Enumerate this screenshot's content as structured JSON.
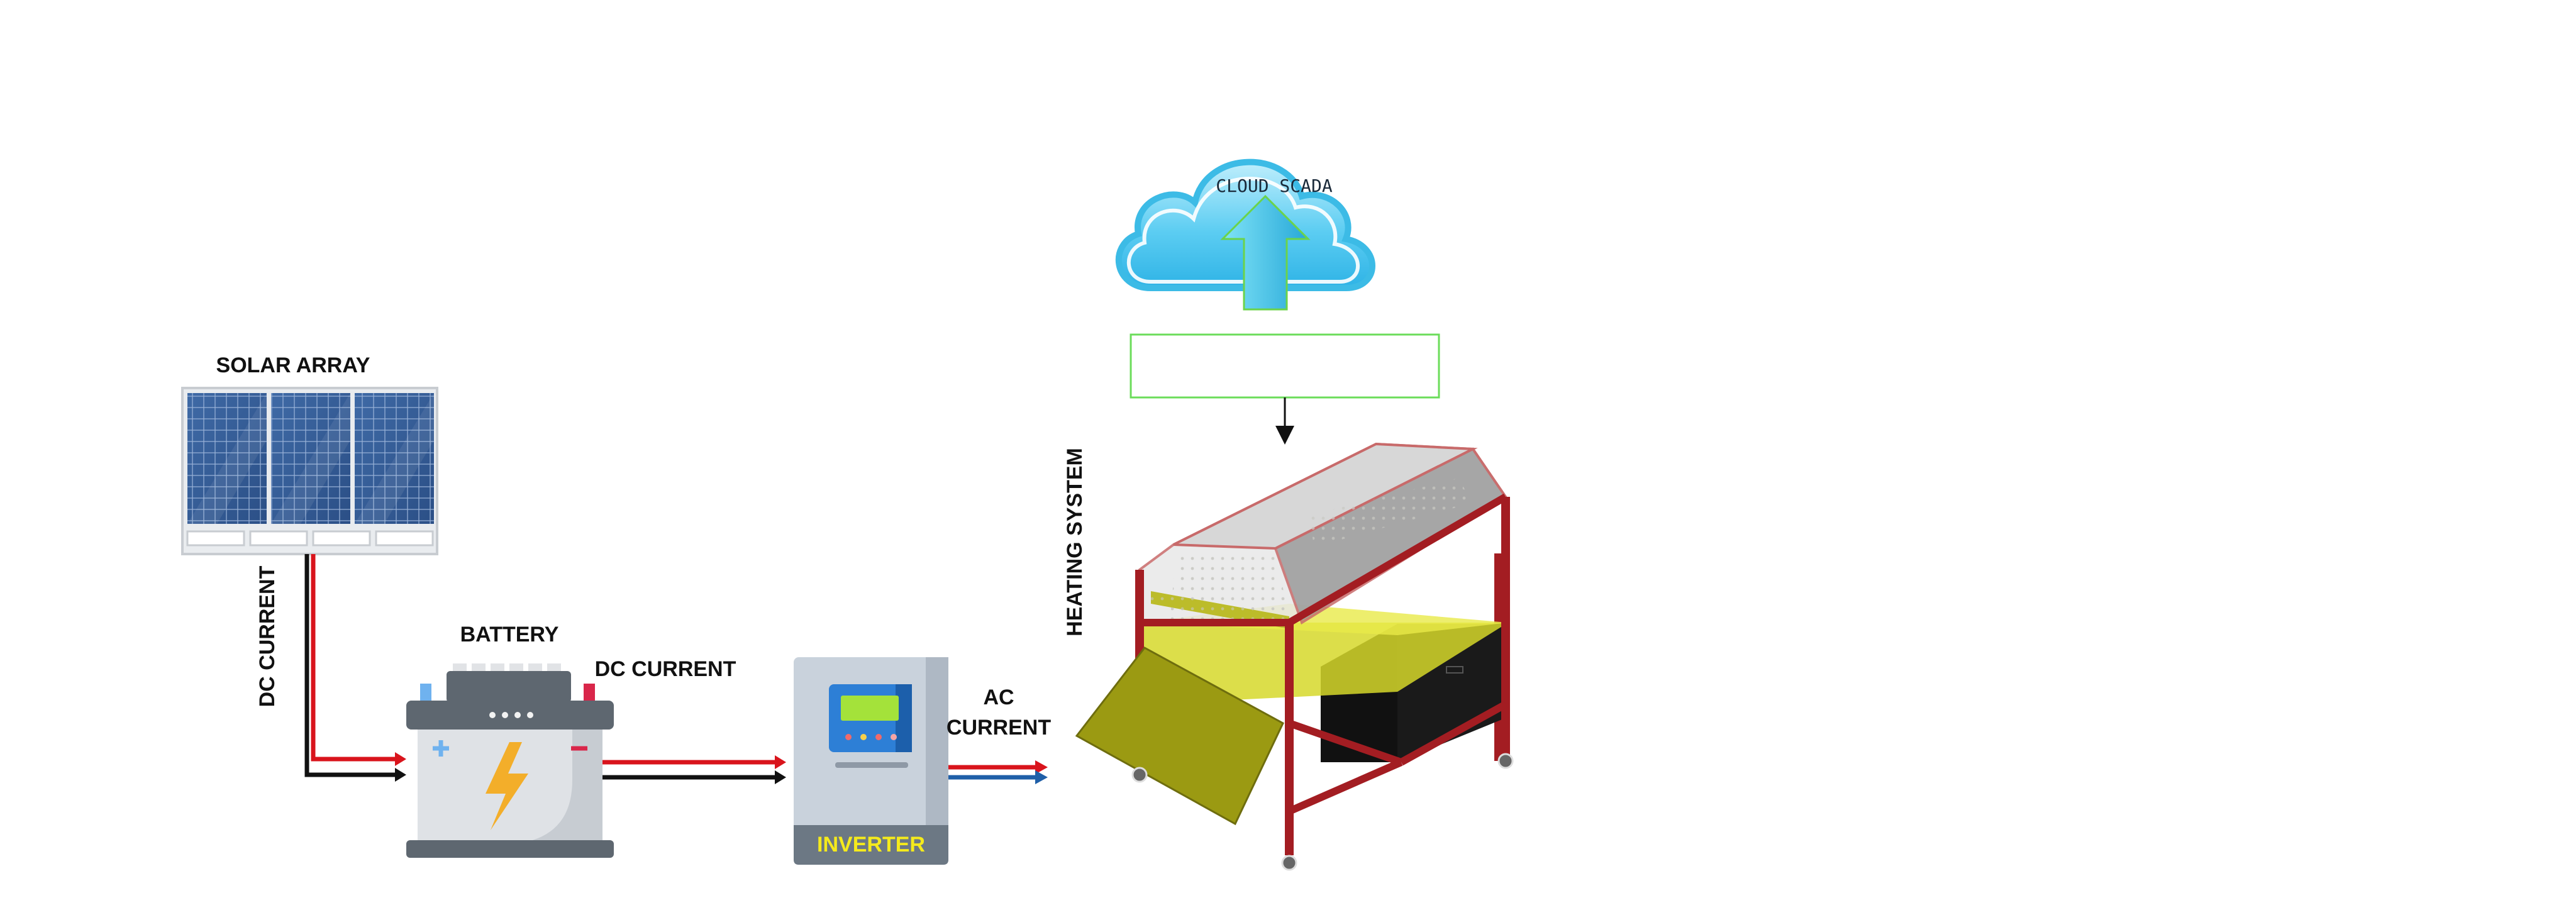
{
  "labels": {
    "solar_array": "SOLAR ARRAY",
    "dc_current_vertical": "DC CURRENT",
    "battery": "BATTERY",
    "dc_current": "DC CURRENT",
    "ac_current_line1": "AC",
    "ac_current_line2": "CURRENT",
    "inverter": "INVERTER",
    "heating_system": "HEATING SYSTEM",
    "cloud_scada": "CLOUD SCADA"
  },
  "colors": {
    "positive_wire": "#d9141c",
    "negative_wire": "#111111",
    "ac_wire_blue": "#1f5fa8",
    "inverter_label": "#f5ea1c",
    "frame_red": "#a31d22",
    "tray_yellow": "#c4c41a",
    "cloud_blue": "#3cbbe6",
    "empty_box_border": "#6bdc5a"
  },
  "icons": [
    "solar-panel-icon",
    "battery-icon",
    "inverter-icon",
    "cloud-icon",
    "upload-arrow-icon",
    "heating-chamber-icon"
  ]
}
